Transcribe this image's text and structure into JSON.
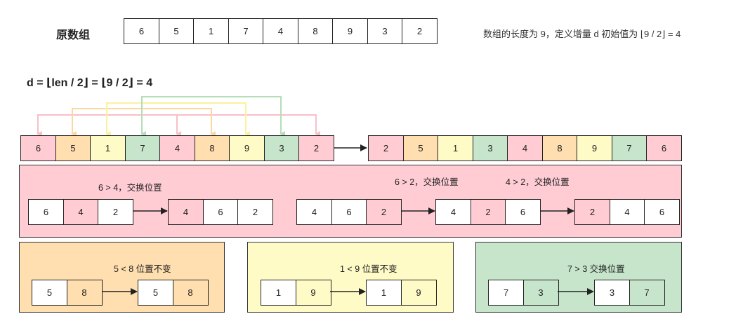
{
  "colors": {
    "pink": "#ffccd4",
    "orange": "#ffdfaf",
    "yellow": "#fffbc6",
    "green": "#c7e5cb",
    "white": "#ffffff",
    "arrow_pink": "#f8c0c8",
    "arrow_orange": "#fbd8a0",
    "arrow_yellow": "#f9f29e",
    "arrow_green": "#b6dcb9"
  },
  "header": {
    "title": "原数组",
    "array": [
      "6",
      "5",
      "1",
      "7",
      "4",
      "8",
      "9",
      "3",
      "2"
    ],
    "note": "数组的长度为 9，定义增量 d 初始值为 ⌊9 / 2⌋ = 4"
  },
  "formula": "d =  ⌊len / 2⌋ = ⌊9 / 2⌋ = 4",
  "before": {
    "values": [
      "6",
      "5",
      "1",
      "7",
      "4",
      "8",
      "9",
      "3",
      "2"
    ],
    "colors": [
      "pink",
      "orange",
      "yellow",
      "green",
      "pink",
      "orange",
      "yellow",
      "green",
      "pink"
    ]
  },
  "after": {
    "values": [
      "2",
      "5",
      "1",
      "3",
      "4",
      "8",
      "9",
      "7",
      "6"
    ],
    "colors": [
      "pink",
      "orange",
      "yellow",
      "green",
      "pink",
      "orange",
      "yellow",
      "green",
      "pink"
    ]
  },
  "pink_panel": {
    "caption1": "6 > 4，交换位置",
    "caption2": "6 > 2，交换位置",
    "caption3": "4 > 2，交换位置",
    "g1_before": [
      "6",
      "4",
      "2"
    ],
    "g1_after": [
      "4",
      "6",
      "2"
    ],
    "g2_before": [
      "4",
      "6",
      "2"
    ],
    "g2_after": [
      "4",
      "2",
      "6"
    ],
    "g3_after": [
      "2",
      "4",
      "6"
    ]
  },
  "orange_panel": {
    "caption": "5 < 8 位置不变",
    "before": [
      "5",
      "8"
    ],
    "after": [
      "5",
      "8"
    ]
  },
  "yellow_panel": {
    "caption": "1 < 9 位置不变",
    "before": [
      "1",
      "9"
    ],
    "after": [
      "1",
      "9"
    ]
  },
  "green_panel": {
    "caption": "7 > 3 交换位置",
    "before": [
      "7",
      "3"
    ],
    "after": [
      "3",
      "7"
    ]
  }
}
